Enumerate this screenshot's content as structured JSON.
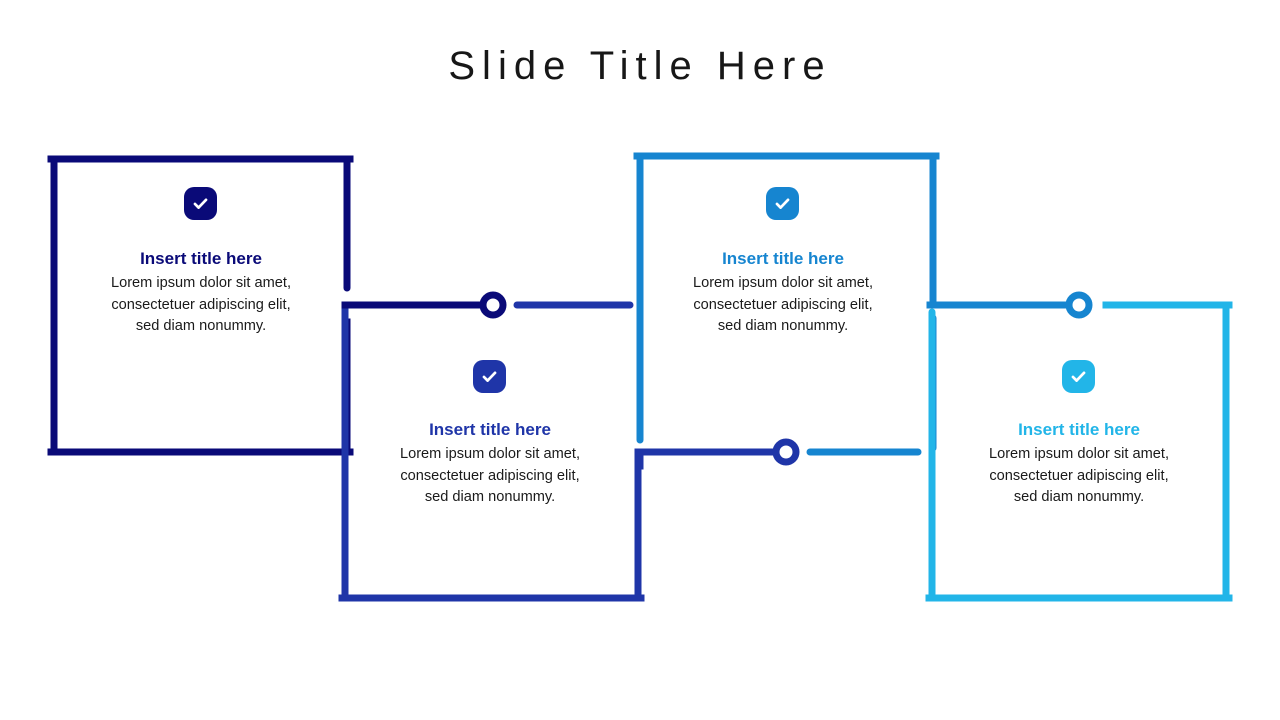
{
  "slide": {
    "title": "Slide Title Here",
    "background": "#ffffff"
  },
  "palette": {
    "card1": "#0A0A78",
    "card2": "#1F35A8",
    "card3": "#1685D0",
    "card4": "#22B5E8",
    "body_text": "#1a1a1a",
    "title_text": "#171717"
  },
  "cards": [
    {
      "id": "card-1",
      "title": "Insert title here",
      "body": "Lorem ipsum dolor sit amet,\nconsectetuer adipiscing elit,\nsed diam nonummy.",
      "color": "#0A0A78",
      "icon": "check-badge-icon"
    },
    {
      "id": "card-2",
      "title": "Insert title here",
      "body": "Lorem ipsum dolor sit amet,\nconsectetuer adipiscing elit,\nsed diam nonummy.",
      "color": "#1F35A8",
      "icon": "check-badge-icon"
    },
    {
      "id": "card-3",
      "title": "Insert title here",
      "body": "Lorem ipsum dolor sit amet,\nconsectetuer adipiscing elit,\nsed diam nonummy.",
      "color": "#1685D0",
      "icon": "check-badge-icon"
    },
    {
      "id": "card-4",
      "title": "Insert title here",
      "body": "Lorem ipsum dolor sit amet,\nconsectetuer adipiscing elit,\nsed diam nonummy.",
      "color": "#22B5E8",
      "icon": "check-badge-icon"
    }
  ],
  "connectors": [
    {
      "id": "connector-1",
      "from": "card-1",
      "to": "card-2",
      "left_color": "#0A0A78",
      "right_color": "#1F35A8"
    },
    {
      "id": "connector-2",
      "from": "card-3",
      "to": "card-4",
      "left_color": "#1F35A8",
      "right_color": "#1685D0"
    }
  ]
}
